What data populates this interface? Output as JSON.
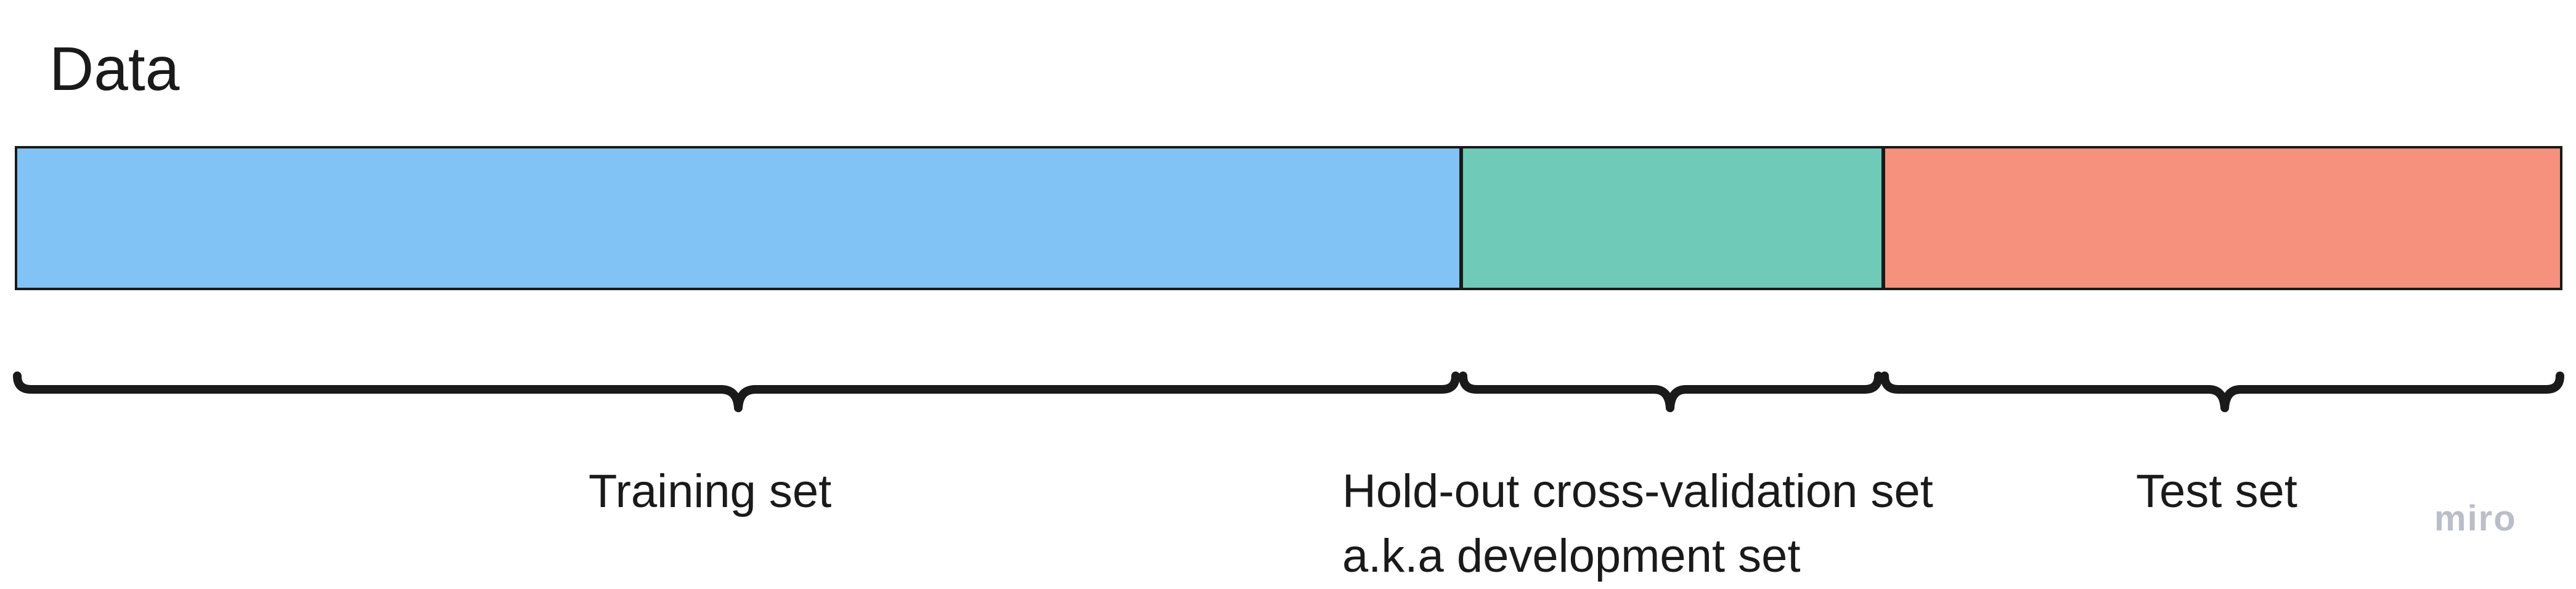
{
  "title": "Data",
  "segments": [
    {
      "id": "train",
      "color": "#82c3f5"
    },
    {
      "id": "holdout",
      "color": "#6fcbb8"
    },
    {
      "id": "test",
      "color": "#f6917d"
    }
  ],
  "labels": {
    "training": "Training set",
    "holdout_line1": "Hold-out cross-validation set",
    "holdout_line2": "a.k.a development set",
    "test": "Test set"
  },
  "watermark": "miro"
}
